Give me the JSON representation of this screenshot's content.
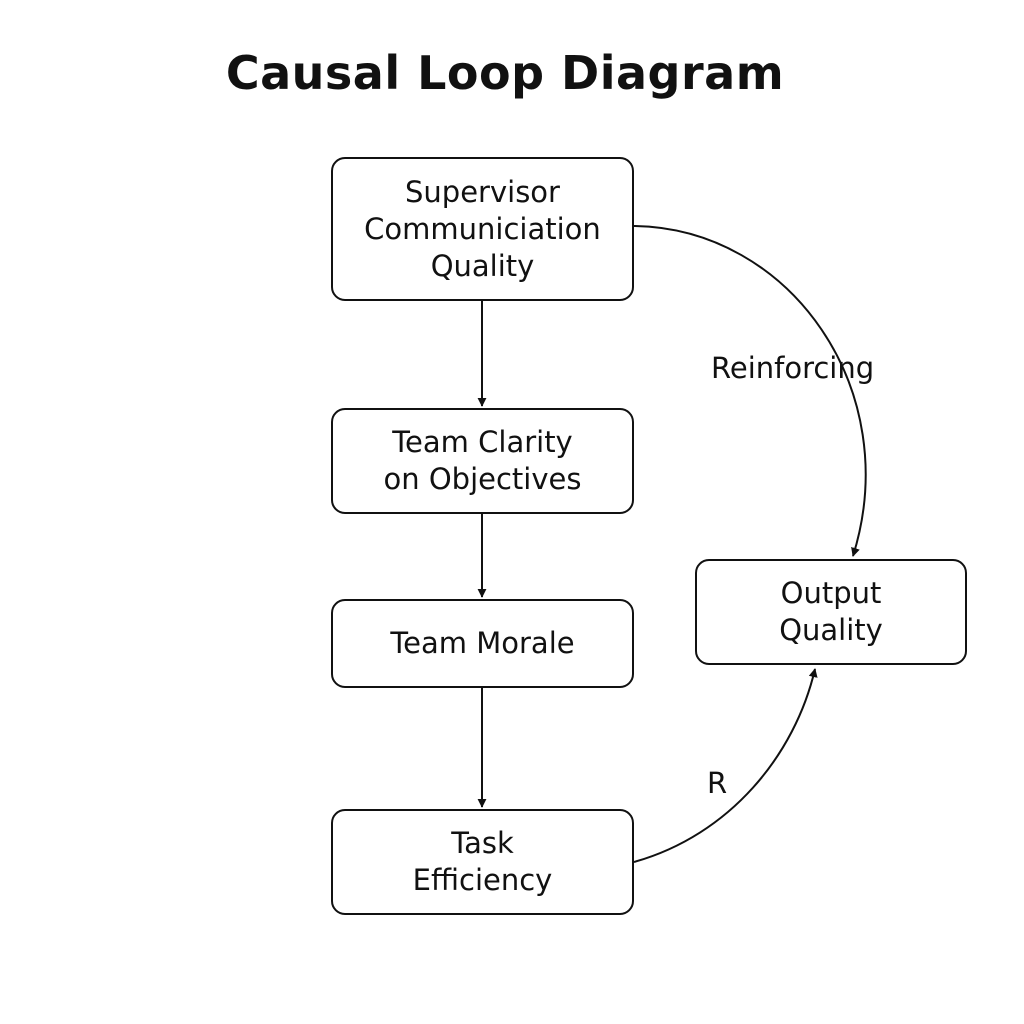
{
  "title": "Causal Loop Diagram",
  "nodes": {
    "supervisor": {
      "lines": [
        "Supervisor",
        "Communiciation",
        "Quality"
      ]
    },
    "clarity": {
      "lines": [
        "Team Clarity",
        "on Objectives"
      ]
    },
    "morale": {
      "lines": [
        "Team Morale"
      ]
    },
    "efficiency": {
      "lines": [
        "Task",
        "Efficiency"
      ]
    },
    "output": {
      "lines": [
        "Output",
        "Quality"
      ]
    }
  },
  "edges": [
    {
      "from": "Supervisor Communiciation Quality",
      "to": "Team Clarity on Objectives"
    },
    {
      "from": "Team Clarity on Objectives",
      "to": "Team Morale"
    },
    {
      "from": "Team Morale",
      "to": "Task Efficiency"
    },
    {
      "from": "Supervisor Communiciation Quality",
      "to": "Output Quality",
      "label": "Reinforcing"
    },
    {
      "from": "Task Efficiency",
      "to": "Output Quality",
      "label": "R"
    }
  ],
  "labels": {
    "upper_arc": "Reinforcing",
    "lower_arc": "R"
  }
}
